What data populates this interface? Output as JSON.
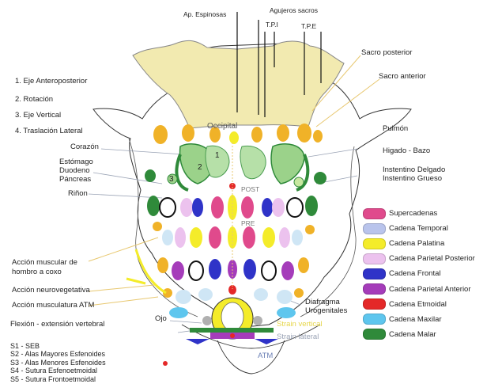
{
  "top_labels": {
    "ap_espinosas": "Ap. Espinosas",
    "agujeros_sacros": "Agujeros sacros",
    "tpi": "T.P.I",
    "tpe": "T.P.E",
    "sacro_posterior": "Sacro posterior",
    "sacro_anterior": "Sacro anterior"
  },
  "movements": [
    "1. Eje Anteroposterior",
    "2. Rotación",
    "3. Eje Vertical",
    "4. Traslación Lateral"
  ],
  "left_labels": {
    "corazon": "Corazón",
    "estomago": "Estómago",
    "duodeno": "Duodeno",
    "pancreas": "Páncreas",
    "rinon": "Riñon",
    "accion_muscular_1": "Acción muscular de",
    "accion_muscular_2": "hombro a coxo",
    "accion_neuro": "Acción neurovegetativa",
    "accion_atm": "Acción musculatura ATM",
    "flexion": "Flexión - extensión vertebral",
    "ojo": "Ojo"
  },
  "right_labels": {
    "pulmon": "Pulmón",
    "higado": "Higado - Bazo",
    "intestino_delgado": "Instentino Delgado",
    "intestino_grueso": "Instentino Grueso",
    "diafragma": "Diafragma",
    "urogenitales": "Urogenitales",
    "strain_vertical": "Strain vertical",
    "strain_lateral": "Strain lateral",
    "atm": "ATM"
  },
  "skull_labels": {
    "occipital": "Occipital",
    "post": "POST",
    "pre": "PRE",
    "num1": "1",
    "num2": "2",
    "num3": "3"
  },
  "legend": [
    {
      "label": "Supercadenas",
      "color": "#e04a8c"
    },
    {
      "label": "Cadena Temporal",
      "color": "#b9c4ec"
    },
    {
      "label": "Cadena Palatina",
      "color": "#f4ec2a"
    },
    {
      "label": "Cadena Parietal Posterior",
      "color": "#ecc2ee"
    },
    {
      "label": "Cadena Frontal",
      "color": "#2f33c8"
    },
    {
      "label": "Cadena Parietal Anterior",
      "color": "#a53cba"
    },
    {
      "label": "Cadena Etmoidal",
      "color": "#e42828"
    },
    {
      "label": "Cadena Maxilar",
      "color": "#5ec6ee"
    },
    {
      "label": "Cadena Malar",
      "color": "#2f8a3a"
    }
  ],
  "abbreviations": [
    "S1  - SEB",
    "S2  - Alas Mayores Esfenoides",
    "S3  - Alas Menores Esfenoides",
    "S4  - Sutura Esfenoetmoidal",
    "S5  - Sutura Frontoetmoidal"
  ],
  "colors": {
    "sacrum": "#f2eab0",
    "light_green": "#9bd28a",
    "orange": "#f0b228",
    "dark_green": "#2f8a3a",
    "pink": "#e04a8c",
    "lavender": "#b9c4ec",
    "yellow": "#f4ec2a",
    "light_pink": "#ecc2ee",
    "blue": "#2f33c8",
    "purple": "#a53cba",
    "red": "#e42828",
    "cyan": "#5ec6ee",
    "light_blue": "#cfe6f5",
    "lilac": "#cfb9ee"
  }
}
